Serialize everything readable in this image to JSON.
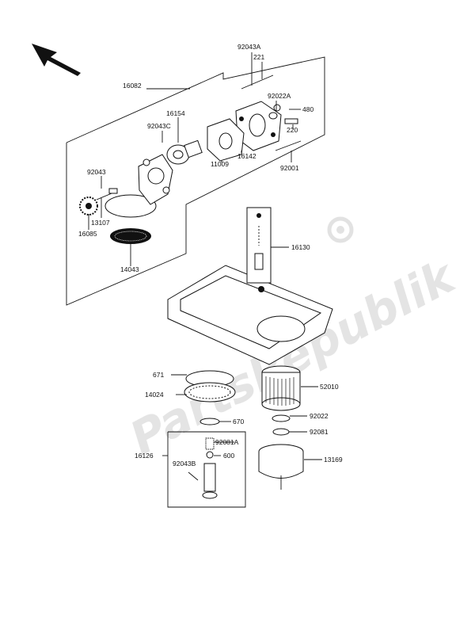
{
  "watermark": "PartsRepublik",
  "labels": {
    "l92043A": "92043A",
    "l221": "221",
    "l16082": "16082",
    "l92022A": "92022A",
    "l480": "480",
    "l16154": "16154",
    "l92043C": "92043C",
    "l220": "220",
    "l16142": "16142",
    "l11009": "11009",
    "l92001": "92001",
    "l92043": "92043",
    "l13107": "13107",
    "l16085": "16085",
    "l14043": "14043",
    "l16130": "16130",
    "l671": "671",
    "l14024": "14024",
    "l52010": "52010",
    "l670": "670",
    "l92022": "92022",
    "l92081": "92081",
    "l16126": "16126",
    "l92081A": "92081A",
    "l92043B": "92043B",
    "l600": "600",
    "l13169": "13169"
  }
}
